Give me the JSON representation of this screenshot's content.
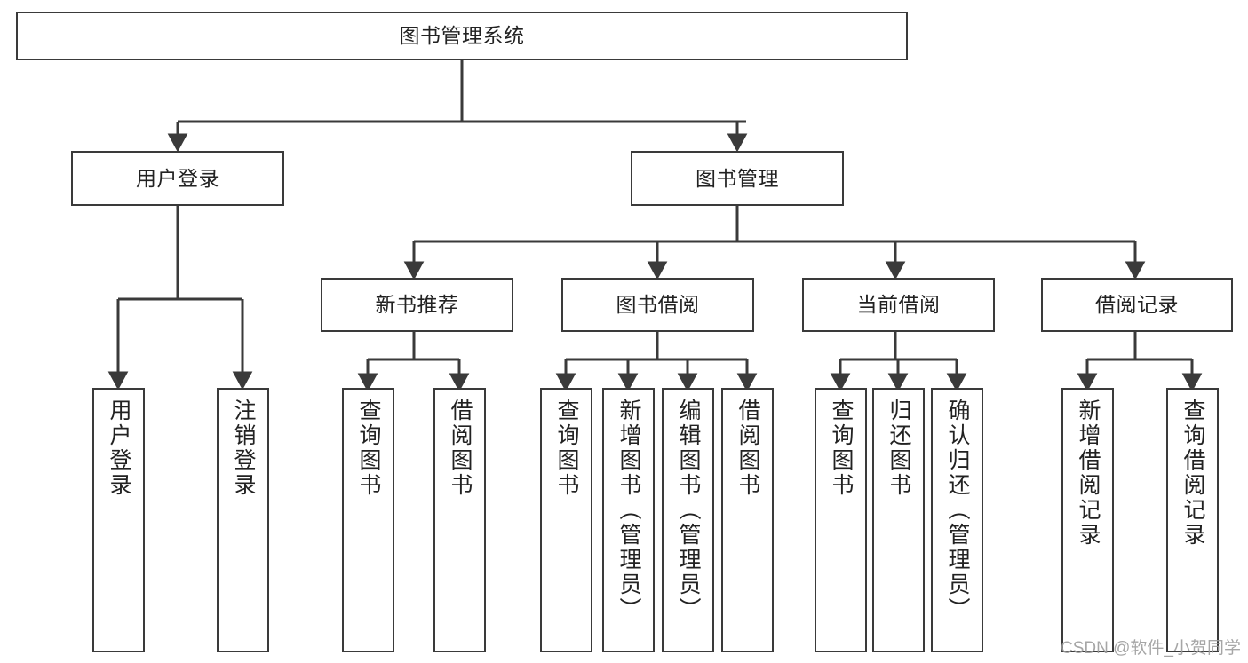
{
  "diagram": {
    "title": "图书管理系统",
    "type": "tree-hierarchy-chart",
    "root": {
      "label": "图书管理系统"
    },
    "level2": [
      {
        "label": "用户登录"
      },
      {
        "label": "图书管理"
      }
    ],
    "level3": [
      {
        "label": "新书推荐"
      },
      {
        "label": "图书借阅"
      },
      {
        "label": "当前借阅"
      },
      {
        "label": "借阅记录"
      }
    ],
    "leaves": {
      "user_login": [
        {
          "label": "用户登录"
        },
        {
          "label": "注销登录"
        }
      ],
      "new_book_recommend": [
        {
          "label": "查询图书"
        },
        {
          "label": "借阅图书"
        }
      ],
      "book_borrow": [
        {
          "label": "查询图书"
        },
        {
          "label": "新增图书（管理员）"
        },
        {
          "label": "编辑图书（管理员）"
        },
        {
          "label": "借阅图书"
        }
      ],
      "current_borrow": [
        {
          "label": "查询图书"
        },
        {
          "label": "归还图书"
        },
        {
          "label": "确认归还（管理员）"
        }
      ],
      "borrow_record": [
        {
          "label": "新增借阅记录"
        },
        {
          "label": "查询借阅记录"
        }
      ]
    }
  },
  "watermark": {
    "text": "CSDN @软件_小贺同学"
  },
  "colors": {
    "border": "#3a3a3a",
    "text": "#222222",
    "background": "#ffffff",
    "watermark": "#9a9a9a"
  }
}
